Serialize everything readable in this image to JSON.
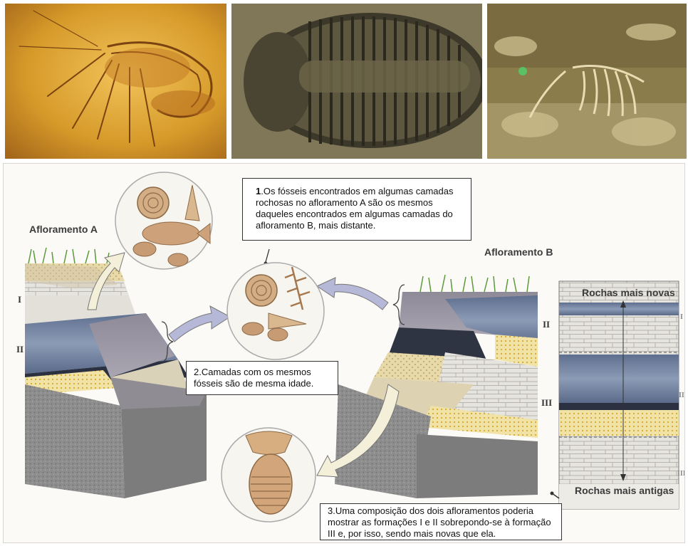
{
  "photos": [
    {
      "subject": "shrimp-fossil"
    },
    {
      "subject": "trilobite-fossil"
    },
    {
      "subject": "vertebrate-fossil"
    }
  ],
  "labels": {
    "afloramento_a": "Afloramento A",
    "afloramento_b": "Afloramento B",
    "rochas_novas": "Rochas mais novas",
    "rochas_antigas": "Rochas mais antigas"
  },
  "formations": {
    "a": [
      "I",
      "II"
    ],
    "b": [
      "II",
      "III"
    ],
    "column": [
      "I",
      "II",
      "III"
    ]
  },
  "notes": {
    "n1_number": "1",
    "n1_text": ".Os fósseis encontrados em algumas camadas rochosas no afloramento A são os mesmos daqueles encontrados em algumas camadas do afloramento B, mais distante.",
    "n2_text": "2.Camadas com os mesmos fósseis são de mesma idade.",
    "n3_text": "3.Uma composição dos dois afloramentos poderia mostrar as formações I e II sobrepondo-se à formação III e, por isso, sendo mais novas que ela."
  },
  "colors": {
    "amber": "#c98a1f",
    "slate": "#7c8da6",
    "sand": "#e9dcb3",
    "rock": "#8f8e8e",
    "fossil": "#c9a27a"
  }
}
